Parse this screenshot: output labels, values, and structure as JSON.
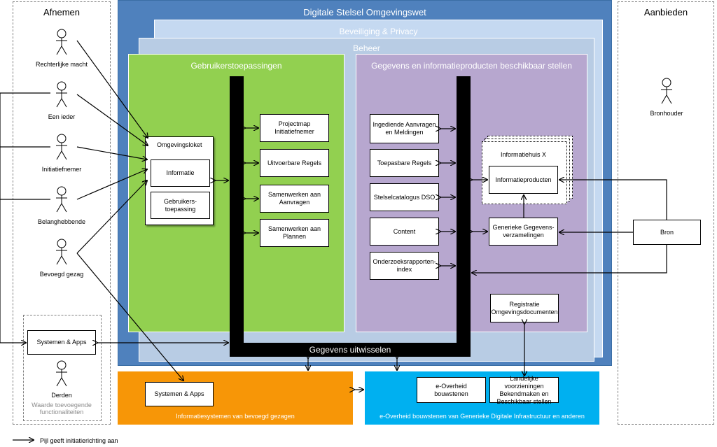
{
  "diagram": {
    "left_panel_title": "Afnemen",
    "right_panel_title": "Aanbieden",
    "main_title": "Digitale Stelsel Omgevingswet",
    "security_title": "Beveiliging & Privacy",
    "management_title": "Beheer",
    "apps_title": "Gebruikerstoepassingen",
    "data_title": "Gegevens en informatieproducten beschikbaar stellen",
    "exchange_label": "Gegevens uitwisselen",
    "actors": [
      "Rechterlijke macht",
      "Een ieder",
      "Initiatiefnemer",
      "Belanghebbende",
      "Bevoegd gezag"
    ],
    "third_party_actor": "Derden",
    "third_party_caption": "Waarde toevoegende functionaliteiten",
    "systems_apps": "Systemen & Apps",
    "provider_actor": "Bronhouder",
    "omgevingsloket": {
      "title": "Omgevingsloket",
      "informatie": "Informatie",
      "gebruikerstoepassing": "Gebruikers-toepassing"
    },
    "app_boxes": [
      "Projectmap Initiatiefnemer",
      "Uitvoerbare Regels",
      "Samenwerken aan Aanvragen",
      "Samenwerken aan Plannen"
    ],
    "data_boxes": [
      "Ingediende Aanvragen en Meldingen",
      "Toepasbare Regels",
      "Stelselcatalogus DSO",
      "Content",
      "Onderzoeksrapporten-index"
    ],
    "informatiehuis": "Informatiehuis X",
    "informatieproducten": "Informatieproducten",
    "generieke_gegevens": "Generieke Gegevens-verzamelingen",
    "bron": "Bron",
    "registratie": "Registratie Omgevingsdocumenten",
    "orange_caption": "Informatiesystemen van bevoegd gezagen",
    "orange_systems": "Systemen & Apps",
    "blue_caption": "e-Overheid bouwstenen van Generieke Digitale Infrastructuur en anderen",
    "eoverheid": "e-Overheid bouwstenen",
    "landelijke": "Landelijke voorzieningen Bekendmaken en Beschikbaar stellen",
    "legend": "Pijl geeft initiatierichting aan",
    "colors": {
      "main_blue": "#4f81bd",
      "light_blue": "#c5d9f1",
      "mid_blue": "#b8cce4",
      "green": "#92d050",
      "purple": "#b7a7cf",
      "orange": "#f79607",
      "cyan": "#00b0f0"
    }
  }
}
